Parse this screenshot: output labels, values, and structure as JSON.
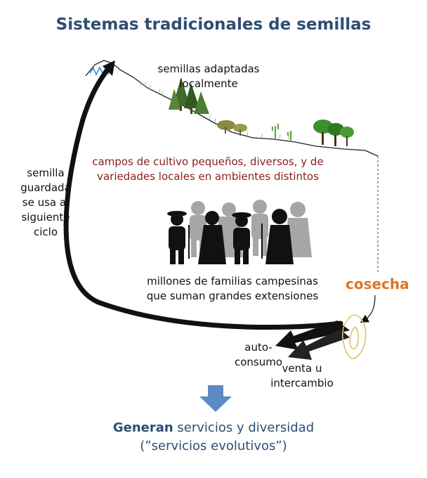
{
  "title": "Sistemas tradicionales de semillas",
  "labels": {
    "adapted_line1": "semillas adaptadas",
    "adapted_line2": "localmente",
    "fields_line1": "campos de cultivo pequeños, diversos, y de",
    "fields_line2": "variedades locales en ambientes distintos",
    "saved_line1": "semilla",
    "saved_line2": "guardada",
    "saved_line3": "se usa al",
    "saved_line4": "siguiente",
    "saved_line5": "ciclo",
    "families_line1": "millones de familias campesinas",
    "families_line2": "que suman grandes extensiones",
    "harvest": "cosecha",
    "self_line1": "auto-",
    "self_line2": "consumo",
    "sale_line1": "venta u",
    "sale_line2": "intercambio",
    "conclusion_bold": "Generan",
    "conclusion_rest": " servicios y diversidad",
    "conclusion_line2": "(”servicios evolutivos”)"
  },
  "colors": {
    "title": "#2e4d74",
    "fields_text": "#8a1d1d",
    "harvest_text": "#d8762a",
    "down_arrow": "#5b8ac4",
    "seed_outline": "#e0c36a"
  }
}
